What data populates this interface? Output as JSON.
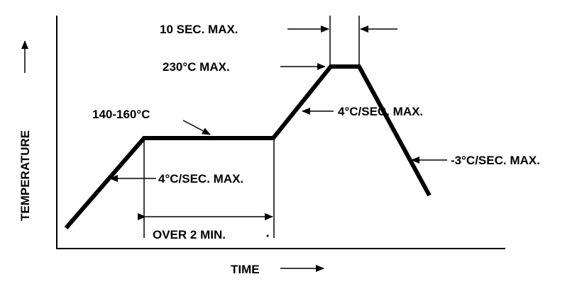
{
  "diagram": {
    "axis_labels": {
      "y": "TEMPERATURE",
      "x": "TIME"
    },
    "annotations": {
      "dwell_time": "10 SEC. MAX.",
      "peak_temp": "230°C MAX.",
      "soak_temp": "140-160°C",
      "ramp_up_1": "4°C/SEC. MAX.",
      "ramp_up_2": "4°C/SEC. MAX.",
      "soak_duration": "OVER 2 MIN.",
      "ramp_down": "-3°C/SEC. MAX."
    },
    "colors": {
      "ink": "#000000",
      "background": "#ffffff"
    }
  }
}
